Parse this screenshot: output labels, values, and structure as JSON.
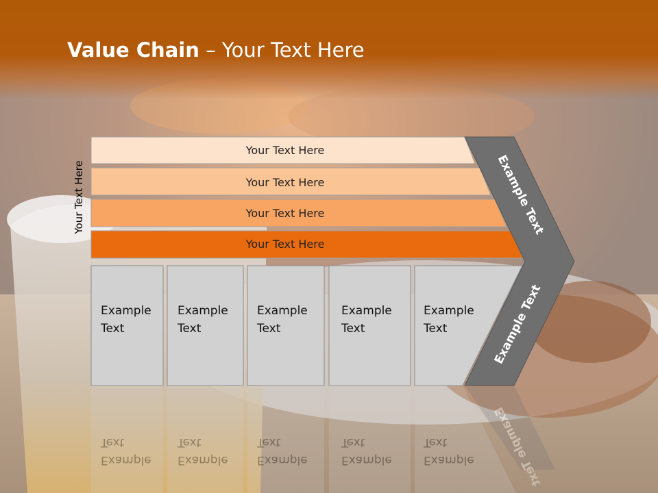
{
  "slide": {
    "title_bold": "Value Chain",
    "title_rest": " – Your Text Here",
    "side_label": "Your Text Here"
  },
  "bands": [
    {
      "label": "Your Text Here",
      "color": "#fde3cc"
    },
    {
      "label": "Your Text Here",
      "color": "#fbc494"
    },
    {
      "label": "Your Text Here",
      "color": "#f8a462"
    },
    {
      "label": "Your Text Here",
      "color": "#ea6b0e"
    }
  ],
  "boxes": [
    {
      "line1": "Example",
      "line2": "Text"
    },
    {
      "line1": "Example",
      "line2": "Text"
    },
    {
      "line1": "Example",
      "line2": "Text"
    },
    {
      "line1": "Example",
      "line2": "Text"
    },
    {
      "line1": "Example",
      "line2": "Text"
    }
  ],
  "chevron": {
    "upper_label": "Example Text",
    "lower_label": "Example Text",
    "color": "#6f6f6f"
  },
  "colors": {
    "title_bar": "#b05a07",
    "box_fill": "#d1d1d1"
  }
}
